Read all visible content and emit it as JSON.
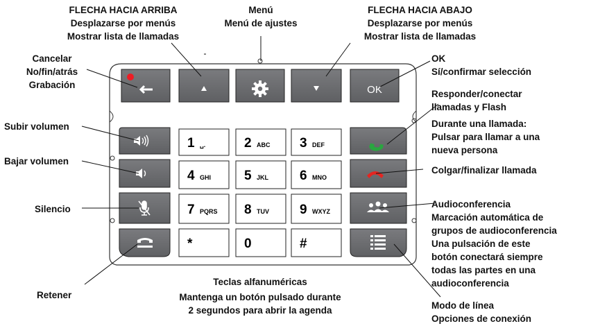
{
  "callouts": {
    "up_arrow": [
      "FLECHA HACIA ARRIBA",
      "Desplazarse por menús",
      "Mostrar lista de llamadas"
    ],
    "menu": [
      "Menú",
      "Menú de ajustes"
    ],
    "down_arrow": [
      "FLECHA HACIA ABAJO",
      "Desplazarse por menús",
      "Mostrar lista de llamadas"
    ],
    "cancel": [
      "Cancelar",
      "No/fin/atrás",
      "Grabación"
    ],
    "ok": [
      "OK",
      "Sí/confirmar selección"
    ],
    "answer": [
      "Responder/conectar",
      "llamadas y Flash",
      "Durante una llamada:",
      "Pulsar para llamar a una",
      "nueva persona"
    ],
    "vol_up": [
      "Subir volumen"
    ],
    "vol_down": [
      "Bajar volumen"
    ],
    "hangup": [
      "Colgar/finalizar llamada"
    ],
    "mute": [
      "Silencio"
    ],
    "conference": [
      "Audioconferencia",
      "Marcación automática de",
      "grupos de audioconferencia",
      "Una pulsación de este",
      "botón conectará siempre",
      "todas las partes en una",
      "audioconferencia"
    ],
    "hold": [
      "Retener"
    ],
    "alnum": [
      "Teclas alfanuméricas",
      "Mantenga un botón pulsado durante",
      "2 segundos para abrir la agenda"
    ],
    "line_mode": [
      "Modo de línea",
      "Opciones de conexión"
    ]
  },
  "keys": {
    "ok_label": "OK",
    "digits": [
      {
        "d": "1",
        "l": "␣."
      },
      {
        "d": "2",
        "l": "ABC"
      },
      {
        "d": "3",
        "l": "DEF"
      },
      {
        "d": "4",
        "l": "GHI"
      },
      {
        "d": "5",
        "l": "JKL"
      },
      {
        "d": "6",
        "l": "MNO"
      },
      {
        "d": "7",
        "l": "PQRS"
      },
      {
        "d": "8",
        "l": "TUV"
      },
      {
        "d": "9",
        "l": "WXYZ"
      },
      {
        "d": "*",
        "l": ""
      },
      {
        "d": "0",
        "l": ""
      },
      {
        "d": "#",
        "l": ""
      }
    ]
  },
  "colors": {
    "key_gray": "#6d6e71",
    "led_red": "#ee1c24",
    "answer_green": "#2aa640",
    "hangup_red": "#e52521"
  }
}
